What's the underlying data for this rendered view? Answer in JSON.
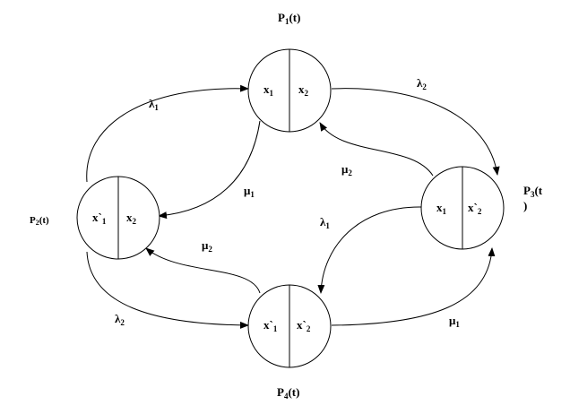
{
  "states": {
    "p1": {
      "label_main": "P",
      "label_sub": "1",
      "label_tail": "(t)",
      "left": "x",
      "left_sub": "1",
      "right": "x",
      "right_sub": "2"
    },
    "p2": {
      "label_main": "P",
      "label_sub": "2",
      "label_tail": "(t)",
      "left": "x`",
      "left_sub": "1",
      "right": "x",
      "right_sub": "2"
    },
    "p3": {
      "label_main": "P",
      "label_sub": "3",
      "label_tail": "(t",
      "label_wrap": ")",
      "left": "x",
      "left_sub": "1",
      "right": "x`",
      "right_sub": "2"
    },
    "p4": {
      "label_main": "P",
      "label_sub": "4",
      "label_tail": "(t)",
      "left": "x`",
      "left_sub": "1",
      "right": "x`",
      "right_sub": "2"
    }
  },
  "transitions": {
    "p2_to_p1": {
      "sym": "λ",
      "sub": "1"
    },
    "p1_to_p3": {
      "sym": "λ",
      "sub": "2"
    },
    "p3_to_p1": {
      "sym": "μ",
      "sub": "2"
    },
    "p1_to_p2": {
      "sym": "μ",
      "sub": "1"
    },
    "p3_to_p4": {
      "sym": "λ",
      "sub": "1"
    },
    "p4_to_p2": {
      "sym": "μ",
      "sub": "2"
    },
    "p2_to_p4": {
      "sym": "λ",
      "sub": "2"
    },
    "p4_to_p3": {
      "sym": "μ",
      "sub": "1"
    }
  }
}
